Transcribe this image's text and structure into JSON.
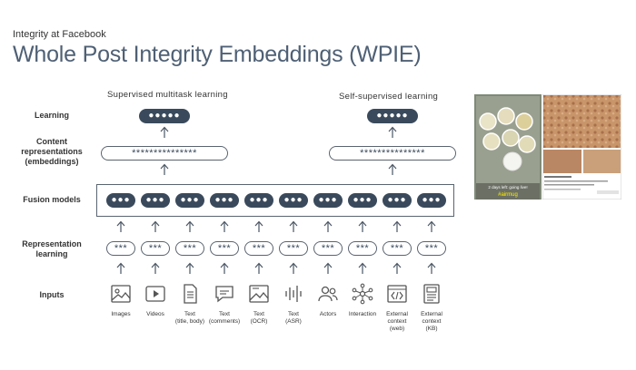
{
  "slide": {
    "kicker": "Integrity at Facebook",
    "title": "Whole Post Integrity Embeddings (WPIE)"
  },
  "headings": {
    "supervised": "Supervised multitask learning",
    "selfsupervised": "Self-supervised learning"
  },
  "rows": {
    "learning": "Learning",
    "content": [
      "Content",
      "representations",
      "(embeddings)"
    ],
    "fusion": "Fusion models",
    "representation": [
      "Representation",
      "learning"
    ],
    "inputs": "Inputs"
  },
  "pills": {
    "learning": "●●●●●",
    "embedding": "***************",
    "fusion": "●●●",
    "representation": "***"
  },
  "inputs": [
    {
      "label": [
        "Images"
      ],
      "icon": "image-icon"
    },
    {
      "label": [
        "Videos"
      ],
      "icon": "video-icon"
    },
    {
      "label": [
        "Text",
        "(title, body)"
      ],
      "icon": "document-icon"
    },
    {
      "label": [
        "Text",
        "(comments)"
      ],
      "icon": "comment-icon"
    },
    {
      "label": [
        "Text",
        "(OCR)"
      ],
      "icon": "ocr-image-icon"
    },
    {
      "label": [
        "Text",
        "(ASR)"
      ],
      "icon": "audio-wave-icon"
    },
    {
      "label": [
        "Actors"
      ],
      "icon": "people-icon"
    },
    {
      "label": [
        "Interaction"
      ],
      "icon": "network-icon"
    },
    {
      "label": [
        "External",
        "context",
        "(web)"
      ],
      "icon": "web-code-icon"
    },
    {
      "label": [
        "External",
        "context",
        "(KB)"
      ],
      "icon": "knowledge-base-icon"
    }
  ],
  "post_example": {
    "video_caption": [
      "2 days left: going live!",
      "#airmug"
    ],
    "colors": {
      "dark_pill": "#3a4a5c",
      "title": "#4f6075",
      "outline": "#5a6470"
    }
  }
}
